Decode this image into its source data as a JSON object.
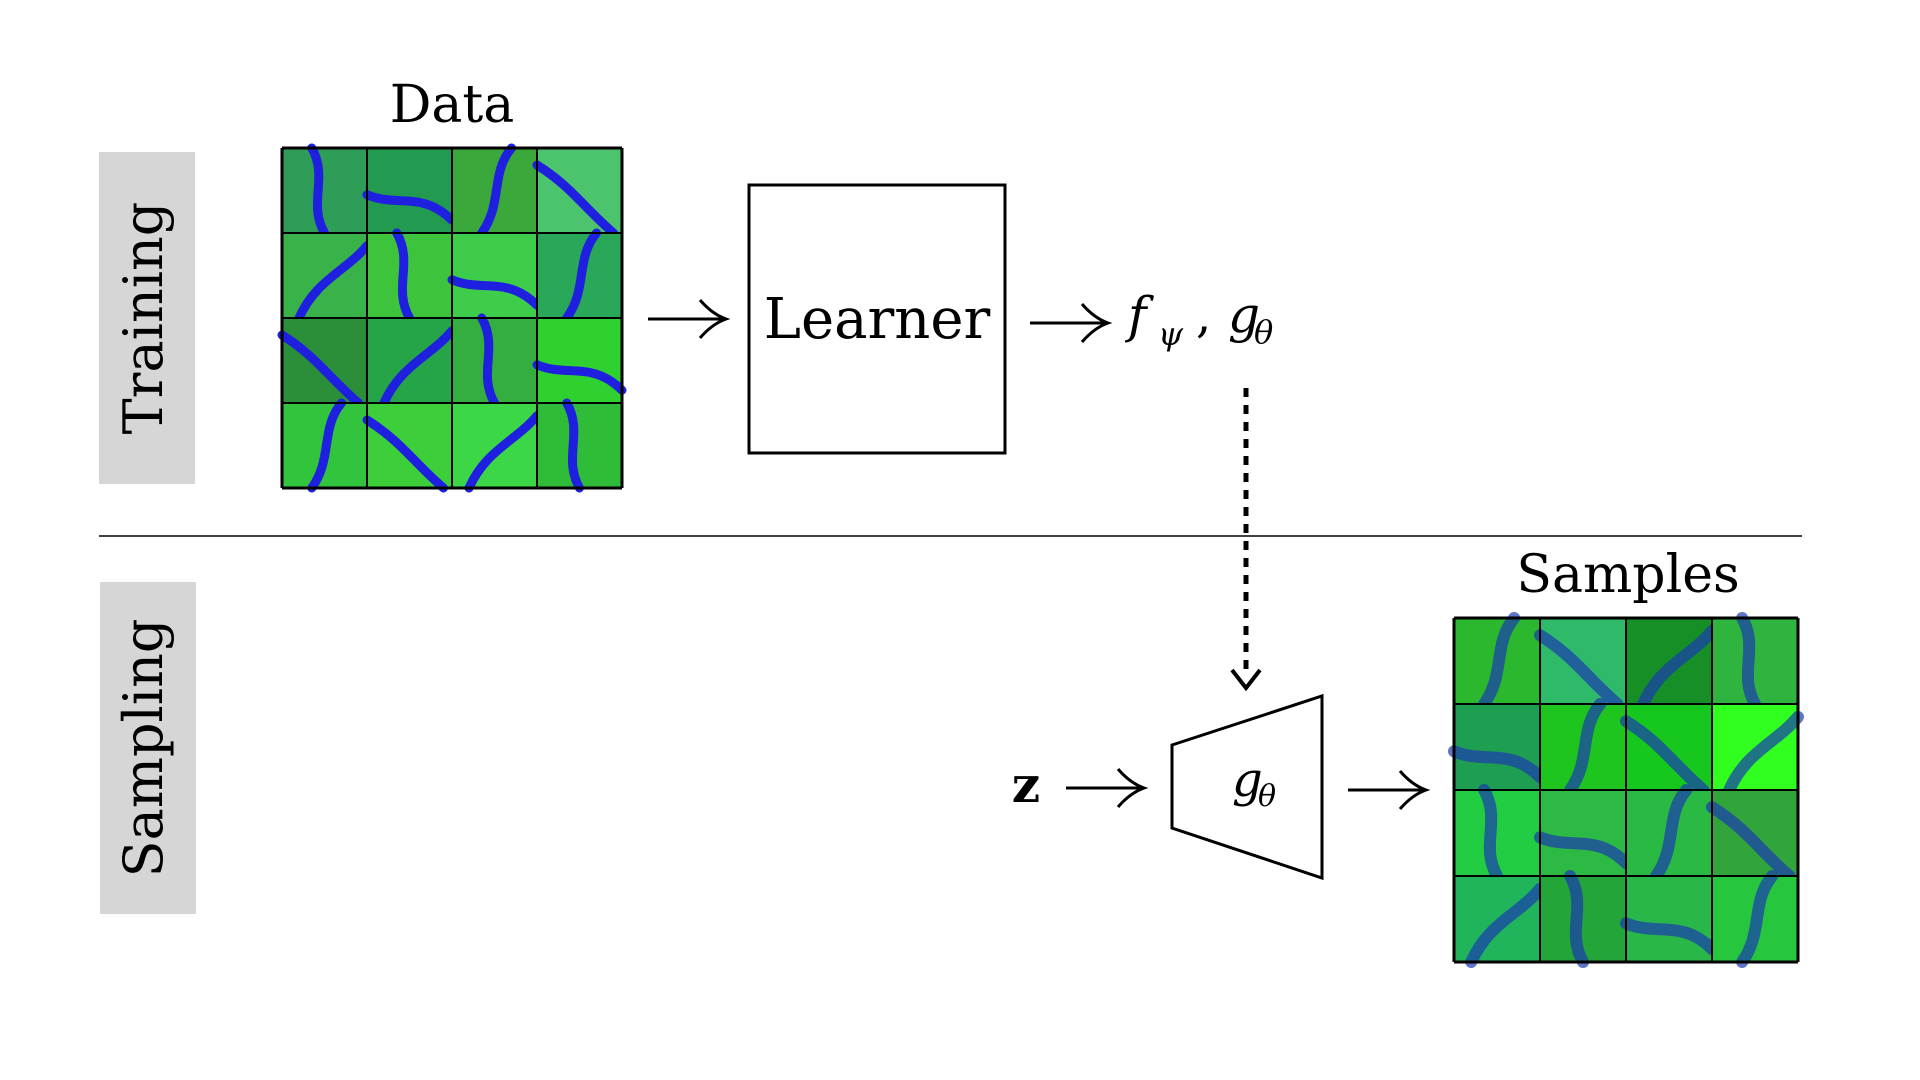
{
  "sections": {
    "training_label": "Training",
    "sampling_label": "Sampling"
  },
  "data_grid": {
    "title": "Data",
    "tiles": [
      [
        "#2d9d57",
        "#229a4f",
        "#3aa83a",
        "#4cc46d"
      ],
      [
        "#39b24a",
        "#3dc43c",
        "#3dcd4a",
        "#2aa85a"
      ],
      [
        "#2b8f3a",
        "#26a448",
        "#34ae3f",
        "#2fd130"
      ],
      [
        "#33c43d",
        "#3ccf3a",
        "#3bd746",
        "#2fbd39"
      ]
    ],
    "river_color": "#1f1fe0"
  },
  "learner": {
    "label": "Learner"
  },
  "training_output": {
    "f": "f",
    "f_sub": "ψ",
    "sep": ",",
    "g": "g",
    "g_sub": "θ"
  },
  "generator": {
    "g": "g",
    "g_sub": "θ"
  },
  "latent": {
    "label": "z"
  },
  "samples_grid": {
    "title": "Samples",
    "tiles": [
      [
        "#2bb82f",
        "#2fba6a",
        "#168f27",
        "#2fb53f"
      ],
      [
        "#1e9e50",
        "#1ec51e",
        "#16c81e",
        "#30ff1f"
      ],
      [
        "#22cc43",
        "#2cb944",
        "#2ab943",
        "#31a53c"
      ],
      [
        "#20b45b",
        "#23a53a",
        "#2ab74a",
        "#26c63f"
      ]
    ],
    "river_color": "#1a3ab0"
  }
}
